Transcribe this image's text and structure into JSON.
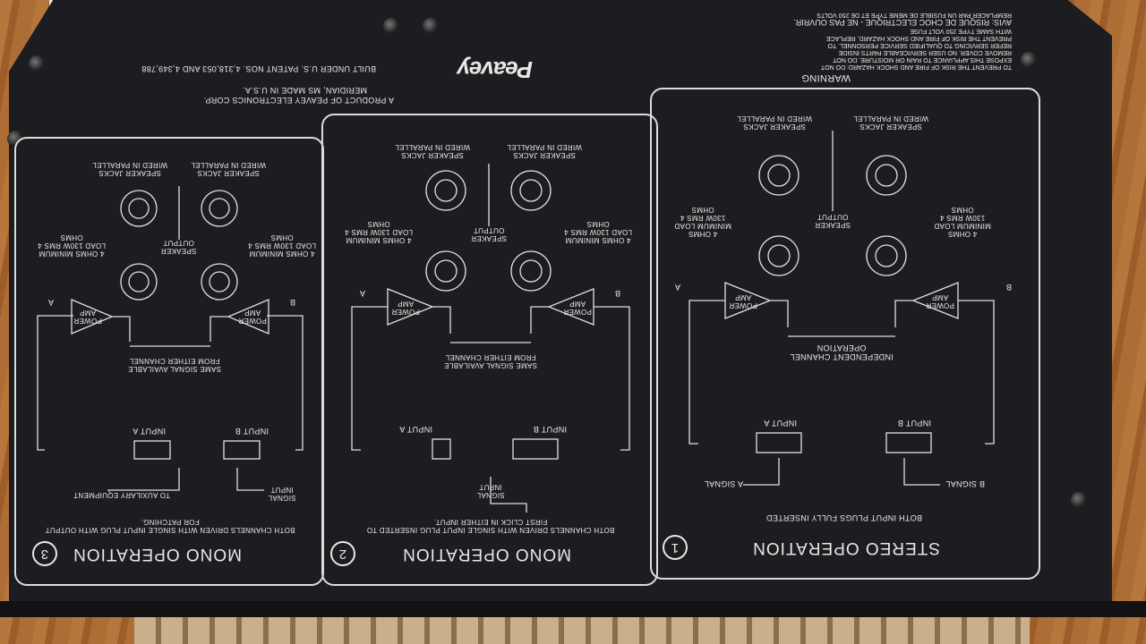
{
  "brand": "Peavey",
  "header": {
    "patent": "BUILT UNDER U.S. PATENT NOS. 4,318,053 AND 4,349,788",
    "product_line1": "A PRODUCT OF PEAVEY ELECTRONICS CORP.",
    "product_line2": "MERIDIAN, MS  MADE IN U.S.A."
  },
  "warning": {
    "title": "WARNING",
    "lines": [
      "TO PREVENT THE RISK OF FIRE AND SHOCK HAZARD: DO NOT",
      "EXPOSE THIS APPLIANCE TO RAIN OR MOISTURE. DO NOT",
      "REMOVE COVER. NO USER SERVICEABLE PARTS INSIDE",
      "REFER SERVICING TO QUALIFIED SERVICE PERSONNEL. TO",
      "PREVENT THE RISK OF FIRE AND SHOCK HAZARD, REPLACE",
      "WITH SAME TYPE 250 VOLT FUSE"
    ],
    "avis": "AVIS: RISQUE DE CHOC ELECTRIQUE - NE PAS OUVRIR.",
    "avis2": "REMPLACER PAR UN FUSIBLE DE MEME TYPE ET DE 250 VOLTS"
  },
  "common": {
    "power_amp": "POWER AMP",
    "speaker_output": "SPEAKER OUTPUT",
    "speaker_jacks": "SPEAKER JACKS WIRED IN PARALLEL",
    "load": "4 OHMS MINIMUM LOAD 130W RMS 4 OHMS",
    "input_a": "INPUT A",
    "input_b": "INPUT B",
    "a": "A",
    "b": "B"
  },
  "boxes": [
    {
      "number": "1",
      "title": "STEREO OPERATION",
      "subtitle": "BOTH INPUT PLUGS FULLY INSERTED",
      "signal_a": "A SIGNAL",
      "signal_b": "B SIGNAL",
      "mode": "INDEPENDENT CHANNEL OPERATION"
    },
    {
      "number": "2",
      "title": "MONO OPERATION",
      "subtitle": "BOTH CHANNELS DRIVEN WITH SINGLE INPUT PLUG INSERTED TO FIRST CLICK IN EITHER INPUT.",
      "signal": "SIGNAL INPUT",
      "mode": "SAME SIGNAL AVAILABLE FROM EITHER CHANNEL"
    },
    {
      "number": "3",
      "title": "MONO OPERATION",
      "subtitle": "BOTH CHANNELS DRIVEN WITH SINGLE INPUT PLUG WITH OUTPUT FOR PATCHING.",
      "signal": "SIGNAL INPUT",
      "aux": "TO AUXILARY EQUIPMENT",
      "mode": "SAME SIGNAL AVAILABLE FROM EITHER CHANNEL"
    }
  ]
}
